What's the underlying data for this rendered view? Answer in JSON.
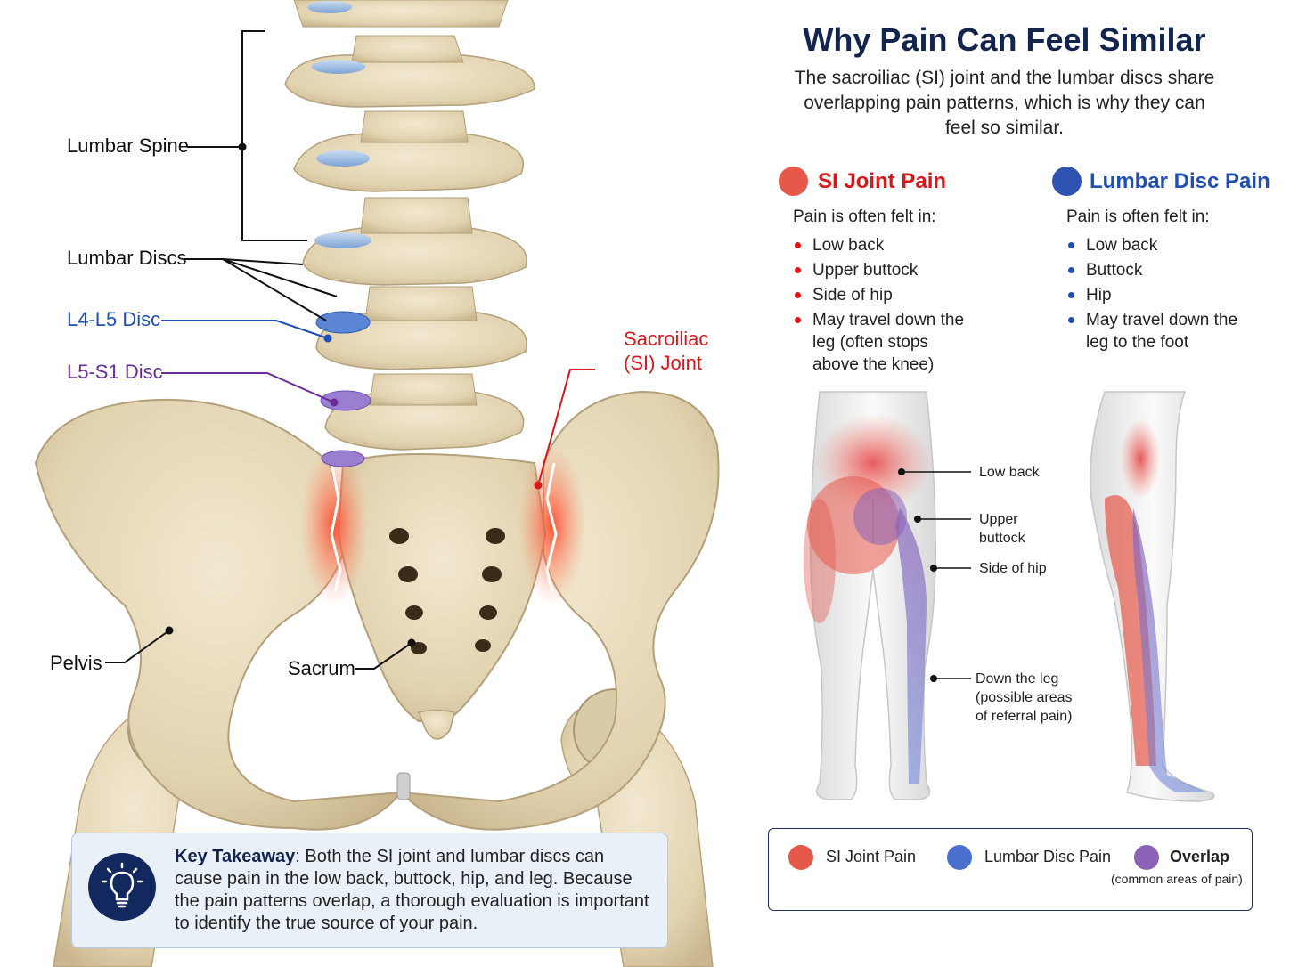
{
  "anatomy_labels": {
    "lumbar_spine": "Lumbar Spine",
    "lumbar_discs": "Lumbar Discs",
    "l4_l5": "L4-L5 Disc",
    "l5_s1": "L5-S1 Disc",
    "si_joint_line1": "Sacroiliac",
    "si_joint_line2": "(SI) Joint",
    "pelvis": "Pelvis",
    "sacrum": "Sacrum"
  },
  "header": {
    "title": "Why Pain Can Feel Similar",
    "subtitle": "The sacroiliac (SI) joint and the lumbar discs share overlapping pain patterns, which is why they can feel so similar."
  },
  "si_section": {
    "heading": "SI Joint Pain",
    "felt_label": "Pain is often felt in:",
    "items": [
      "Low back",
      "Upper buttock",
      "Side of hip",
      "May travel down the leg (often stops above the knee)"
    ]
  },
  "disc_section": {
    "heading": "Lumbar Disc Pain",
    "felt_label": "Pain is often felt in:",
    "items": [
      "Low back",
      "Buttock",
      "Hip",
      "May travel down the leg to the foot"
    ]
  },
  "body_callouts": {
    "low_back": "Low back",
    "upper_buttock": "Upper buttock",
    "side_of_hip": "Side of hip",
    "down_leg": "Down the leg (possible areas of referral pain)"
  },
  "legend": {
    "si": "SI Joint Pain",
    "disc": "Lumbar Disc Pain",
    "overlap": "Overlap",
    "overlap_note": "(common areas of pain)"
  },
  "takeaway": {
    "label": "Key Takeaway",
    "text": ": Both the SI joint and lumbar discs can cause pain in the low back, buttock, hip, and leg. Because the pain patterns overlap, a thorough evaluation is important to identify the true source of your pain."
  },
  "colors": {
    "si_red": "#e5584a",
    "disc_blue": "#3a5fc0",
    "overlap_purple": "#8a63b8",
    "title_navy": "#13254f",
    "heading_red": "#d81818",
    "heading_blue": "#1f4fb5",
    "bone": "#e8dcbf"
  },
  "icons": {
    "takeaway": "lightbulb-icon"
  }
}
